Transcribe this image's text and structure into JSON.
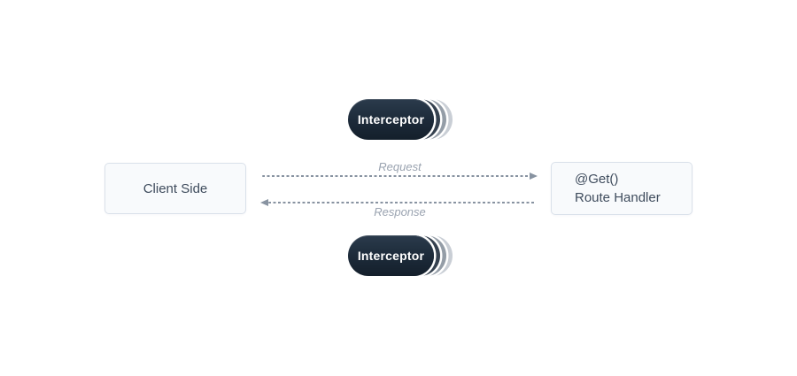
{
  "diagram": {
    "client_box": {
      "label": "Client Side"
    },
    "route_handler_box": {
      "decorator": "@Get()",
      "label": "Route Handler"
    },
    "interceptor_top": {
      "label": "Interceptor"
    },
    "interceptor_bottom": {
      "label": "Interceptor"
    },
    "request_arrow": {
      "label": "Request",
      "direction": "left-to-right"
    },
    "response_arrow": {
      "label": "Response",
      "direction": "right-to-left"
    },
    "colors": {
      "pill_dark": "#1d2b3a",
      "pill_stack_dark": "#35414f",
      "pill_stack_mid": "#949da7",
      "pill_stack_light": "#c9ced5",
      "box_background": "#f8fafc",
      "box_border": "#dae1ea",
      "box_text": "#3f4c5d",
      "arrow_dash": "#8893a1",
      "arrow_label_text": "#9aa3b0",
      "page_background": "#ffffff"
    }
  }
}
